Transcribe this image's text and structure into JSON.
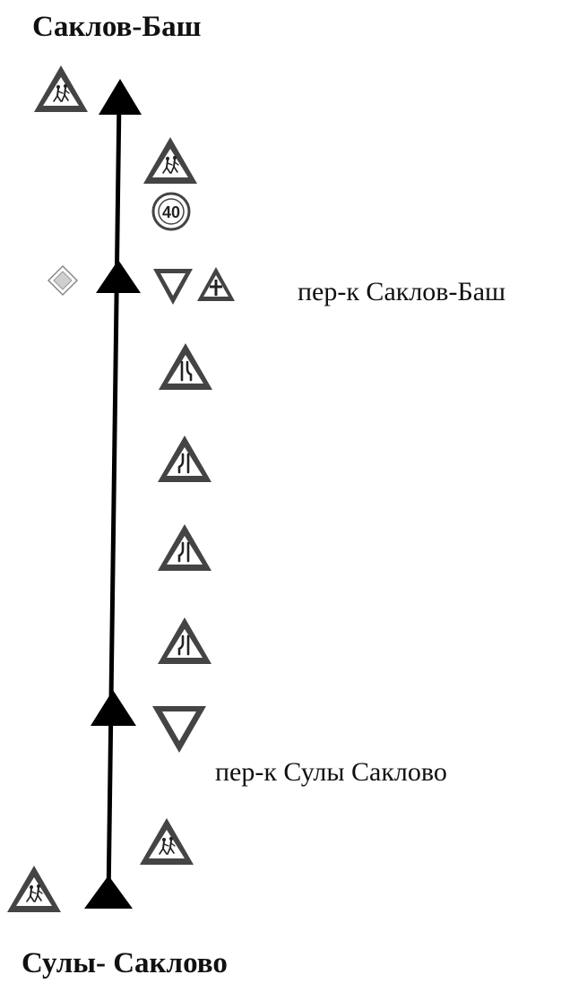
{
  "labels": {
    "top_town": "Саклов-Баш",
    "bottom_town": "Сулы- Саклово",
    "junction_upper": "пер-к Саклов-Баш",
    "junction_lower": "пер-к Сулы Саклово"
  },
  "signs": {
    "speed_limit_value": "40"
  },
  "colors": {
    "road_line": "#000000",
    "sign_border": "#444444",
    "sign_fill": "#ffffff",
    "priority_fill": "#dddddd",
    "text": "#111111"
  }
}
